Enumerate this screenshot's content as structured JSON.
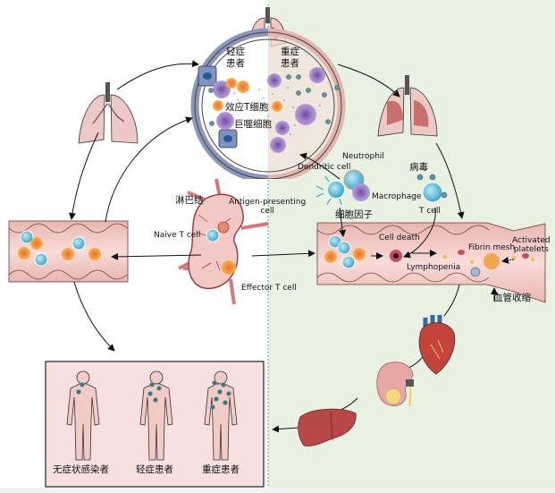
{
  "diagram": {
    "title": "COVID-19 immune response pathway: mild vs severe patients",
    "alveolus": {
      "mild_label": "轻症\n患者",
      "mild_label_line1": "轻症",
      "mild_label_line2": "患者",
      "severe_label_line1": "重症",
      "severe_label_line2": "患者",
      "effector_t_label": "效应T细胞",
      "macrophage_label": "巨噬细胞"
    },
    "lymph_node": {
      "title": "淋巴结",
      "antigen_presenting_line1": "Antigen-presenting",
      "antigen_presenting_line2": "cell",
      "naive_t": "Naive T cell",
      "effector_t": "Effector T cell"
    },
    "severe_path": {
      "neutrophil": "Neutrophil",
      "dendritic": "Dendritic cell",
      "macrophage": "Macrophage",
      "virus": "病毒",
      "t_cell": "T cell",
      "cytokines": "细胞因子",
      "cell_death": "Cell death",
      "lymphopenia": "Lymphopenia",
      "fibrin_mesh": "Fibrin mesh",
      "activated_platelets_line1": "Activated",
      "activated_platelets_line2": "platelets",
      "vasoconstriction": "血管收缩"
    },
    "outcomes": {
      "asymptomatic": "无症状感染者",
      "mild": "轻症患者",
      "severe": "重症患者"
    },
    "organs": [
      "lungs-mild",
      "lungs-top",
      "lungs-severe",
      "heart",
      "kidney",
      "liver"
    ]
  },
  "colors": {
    "left_background": "#ffffff",
    "right_background": "#e9f1e3",
    "vessel_fill": "#f2c9c4",
    "vessel_stroke": "#6b3a3a",
    "tcell_blue": "#4fb8d6",
    "tcell_orange": "#f29a3a",
    "macrophage_purple": "#9b7cc4",
    "lung_pink": "#edc9c6",
    "lung_dark": "#c0605c",
    "heart_red": "#c4443c",
    "heart_blue": "#3a64a8",
    "liver_red": "#b84848",
    "outcome_box": "#f7e1de"
  }
}
